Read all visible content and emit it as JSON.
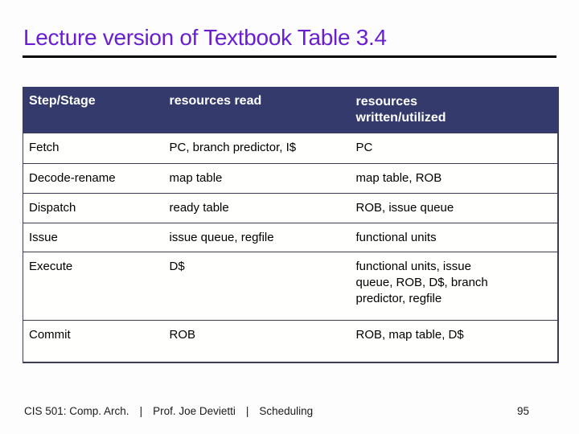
{
  "title": "Lecture version of Textbook Table 3.4",
  "colors": {
    "title_text": "#691ed2",
    "title_rule": "#000000",
    "table_header_bg": "#343a6b",
    "table_header_text": "#ffffff",
    "table_border": "#3c3c55",
    "body_text": "#000000"
  },
  "table": {
    "headers": [
      "Step/Stage",
      "resources read",
      "resources written/utilized"
    ],
    "rows": [
      {
        "stage": "Fetch",
        "read": "PC, branch predictor, I$",
        "written": "PC"
      },
      {
        "stage": "Decode-rename",
        "read": "map table",
        "written": "map table, ROB"
      },
      {
        "stage": "Dispatch",
        "read": "ready table",
        "written": "ROB, issue queue"
      },
      {
        "stage": "Issue",
        "read": "issue queue, regfile",
        "written": "functional units"
      },
      {
        "stage": "Execute",
        "read": "D$",
        "written": "functional units, issue queue, ROB, D$, branch predictor, regfile"
      },
      {
        "stage": "Commit",
        "read": "ROB",
        "written": "ROB, map table, D$"
      }
    ]
  },
  "footer": {
    "course": "CIS 501: Comp. Arch.",
    "separator": "|",
    "author": "Prof. Joe Devietti",
    "topic": "Scheduling",
    "page_number": "95"
  }
}
